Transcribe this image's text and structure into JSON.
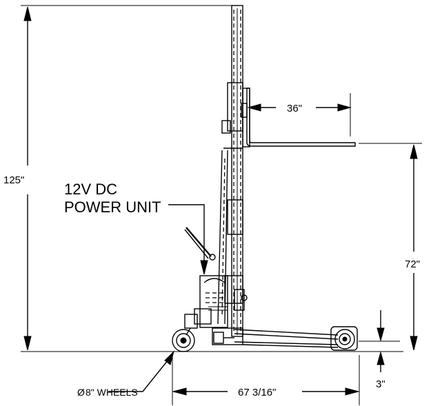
{
  "dimensions": {
    "overall_height": "125\"",
    "fork_length": "36\"",
    "lift_height": "72\"",
    "base_length": "67 3/16\"",
    "ground_clearance": "3\""
  },
  "callouts": {
    "power_unit_line1": "12V DC",
    "power_unit_line2": "POWER UNIT",
    "wheels": "8\" WHEELS",
    "wheels_symbol": "Ø"
  }
}
